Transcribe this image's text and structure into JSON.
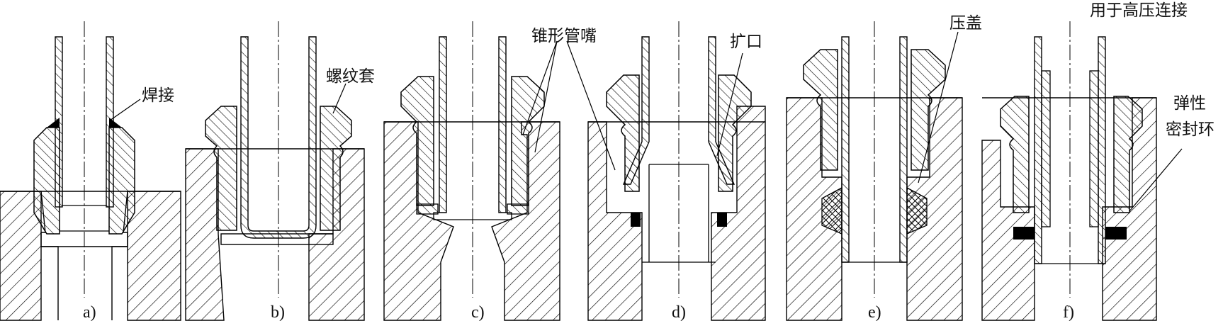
{
  "figure": {
    "panels": [
      {
        "caption": "a)",
        "labels": [
          "焊接"
        ]
      },
      {
        "caption": "b)",
        "labels": [
          "螺纹套"
        ]
      },
      {
        "caption": "c)",
        "labels": [
          "锥形管嘴"
        ]
      },
      {
        "caption": "d)",
        "labels": [
          "扩口"
        ]
      },
      {
        "caption": "e)",
        "labels": [
          "压盖"
        ]
      },
      {
        "caption": "f)",
        "labels": [
          "用于高压连接",
          "弹性",
          "密封环"
        ]
      }
    ]
  }
}
